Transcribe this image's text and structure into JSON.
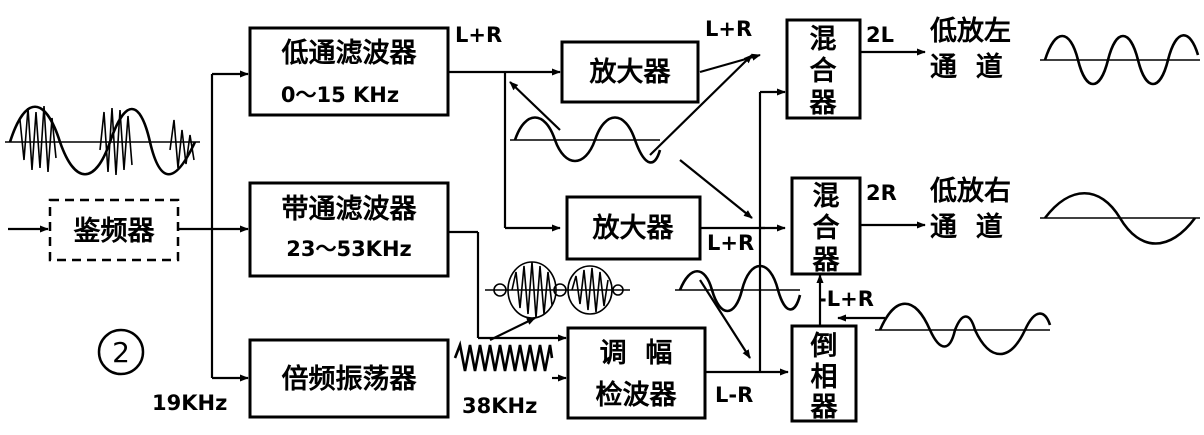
{
  "blocks": {
    "lowpass_title": "低通滤波器",
    "lowpass_range": "0～15 KHz",
    "bandpass_title": "带通滤波器",
    "bandpass_range": "23～53KHz",
    "discriminator": "鉴频器",
    "multiplier": "倍频振荡器",
    "amp_top": "放大器",
    "amp_mid": "放大器",
    "am_line1": "调  幅",
    "am_line2": "检波器",
    "mixer_top": [
      "混",
      "合",
      "器"
    ],
    "mixer_bot": [
      "混",
      "合",
      "器"
    ],
    "inverter": [
      "倒",
      "相",
      "器"
    ]
  },
  "labels": {
    "lr_sum_lp": "L+R",
    "lr_sum_top": "L+R",
    "lr_sum_mid": "L+R",
    "lr_diff": "L-R",
    "neg_lr": "-L+R",
    "out_2l": "2L",
    "out_2r": "2R",
    "left_ch_1": "低放左",
    "left_ch_2": "通  道",
    "right_ch_1": "低放右",
    "right_ch_2": "通  道",
    "f19": "19KHz",
    "f38": "38KHz",
    "figure_number": "2"
  }
}
